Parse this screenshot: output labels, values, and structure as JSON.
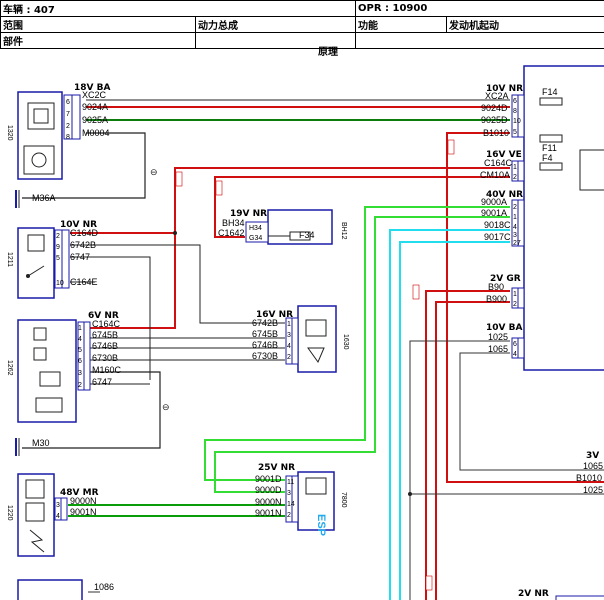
{
  "header": {
    "vehicle_label": "车辆 : 407",
    "opr_label": "OPR : 10900",
    "scope_label": "范围",
    "scope_value": "动力总成",
    "function_label": "功能",
    "function_value": "发动机起动",
    "part_label": "部件",
    "principle_label": "原理"
  },
  "colors": {
    "red": "#d01010",
    "green": "#0a7d0a",
    "bright_green": "#33dd33",
    "cyan": "#22ddee",
    "black": "#222222",
    "blue": "#1a1aa8"
  },
  "components": {
    "c1": {
      "code": "1320",
      "conn": "18V BA",
      "pins": [
        "6",
        "7",
        "2",
        "8"
      ],
      "wires": [
        "XC2C",
        "9024A",
        "9025A",
        "M0004"
      ],
      "ground": "M36A"
    },
    "c2": {
      "code": "1211",
      "conn": "10V NR",
      "pins": [
        "2",
        "9",
        "5",
        "10"
      ],
      "wires": [
        "C164D",
        "6742B",
        "6747",
        "C164E"
      ]
    },
    "c3": {
      "code": "1262",
      "conn": "6V NR",
      "pins": [
        "1",
        "4",
        "5",
        "6",
        "3",
        "2"
      ],
      "wires": [
        "C164C",
        "6745B",
        "6746B",
        "6730B",
        "M160C",
        "6747"
      ],
      "ground": "M30"
    },
    "c4": {
      "code": "1220",
      "conn": "48V MR",
      "pins": [
        "3",
        "4"
      ],
      "wires": [
        "9000N",
        "9001N"
      ]
    },
    "c5": {
      "code": "",
      "wires": [
        "1086"
      ]
    },
    "bh12": {
      "code": "BH12",
      "conn": "19V NR",
      "pins": [
        "H34",
        "G34"
      ],
      "wires": [
        "BH34",
        "C1642"
      ],
      "fuse": "F34"
    },
    "c1630": {
      "code": "1630",
      "conn": "16V NR",
      "pins": [
        "1",
        "3",
        "4",
        "2"
      ],
      "wires": [
        "6742B",
        "6745B",
        "6746B",
        "6730B"
      ]
    },
    "c7800": {
      "code": "7800",
      "conn": "25V NR",
      "pins": [
        "11",
        "3",
        "14",
        "2"
      ],
      "wires": [
        "9001D",
        "9000D",
        "9000N",
        "9001N"
      ],
      "text": "ESP"
    },
    "ecu_conn_1": {
      "conn": "10V NR",
      "pins": [
        "6",
        "8",
        "10",
        "5"
      ],
      "wires": [
        "XC2A",
        "9024D",
        "9025D",
        "B1010"
      ]
    },
    "ecu_conn_2": {
      "conn": "16V VE",
      "pins": [
        "1",
        "2"
      ],
      "wires": [
        "C164C",
        "CM10A"
      ]
    },
    "ecu_conn_3": {
      "conn": "40V NR",
      "pins": [
        "2",
        "1",
        "4",
        "3",
        "27"
      ],
      "wires": [
        "9000A",
        "9001A",
        "9018C",
        "9017C"
      ]
    },
    "ecu_conn_4": {
      "conn": "2V GR",
      "pins": [
        "1",
        "2"
      ],
      "wires": [
        "B90",
        "B900"
      ]
    },
    "ecu_conn_5": {
      "conn": "10V BA",
      "pins": [
        "6",
        "4"
      ],
      "wires": [
        "1025",
        "1065"
      ]
    },
    "right_conn_a": {
      "conn": "3V",
      "wires": [
        "1065",
        "B1010",
        "1025"
      ]
    },
    "right_conn_b": {
      "conn": "2V NR"
    },
    "fuses": [
      "F14",
      "F11",
      "F4"
    ]
  }
}
